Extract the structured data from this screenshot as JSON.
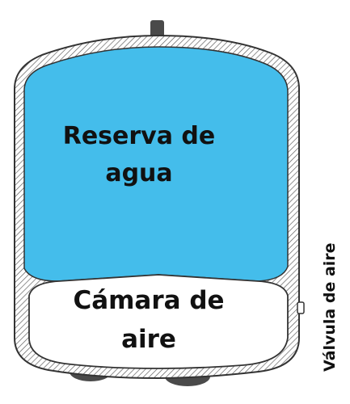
{
  "labels": {
    "water_reservoir": [
      "Reserva de",
      "agua"
    ],
    "air_chamber": [
      "Cámara de",
      "aire"
    ],
    "air_valve": "Válvula de aire"
  },
  "colors": {
    "water": "#44BDEB",
    "air": "#FFFFFF",
    "outline": "#333333",
    "text": "#111111"
  }
}
